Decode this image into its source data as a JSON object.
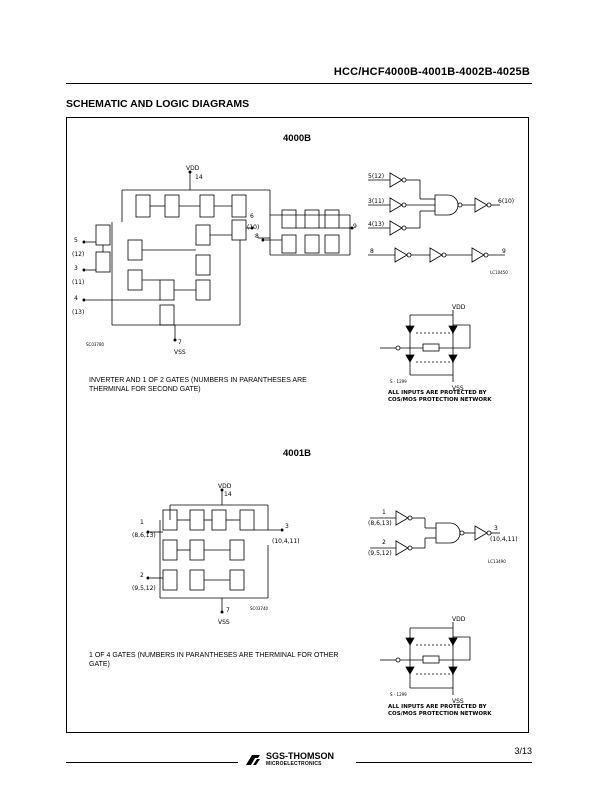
{
  "header": {
    "title": "HCC/HCF4000B-4001B-4002B-4025B"
  },
  "section": {
    "title": "SCHEMATIC AND LOGIC DIAGRAMS"
  },
  "fig4000": {
    "title": "4000B",
    "vdd": "VDD",
    "vdd_pin": "14",
    "vss": "VSS",
    "vss_pin": "7",
    "in_pins": [
      "5",
      "(12)",
      "3",
      "(11)",
      "4",
      "(13)"
    ],
    "out_pins": [
      "6",
      "(10)",
      "8",
      "9"
    ],
    "ref": "SC03780",
    "logic_pins": [
      "5(12)",
      "3(11)",
      "4(13)",
      "6(10)",
      "8",
      "9"
    ],
    "logic_ref": "LC10450",
    "caption": "INVERTER AND 1 OF 2 GATES (NUMBERS IN PARANTHESES ARE THERMINAL FOR SECOND GATE)"
  },
  "protect": {
    "vdd": "VDD",
    "vss": "VSS",
    "ref": "S - 1299",
    "note": "ALL INPUTS ARE PROTECTED BY COS/MOS PROTECTION NETWORK"
  },
  "fig4001": {
    "title": "4001B",
    "vdd": "VDD",
    "vdd_pin": "14",
    "vss": "VSS",
    "vss_pin": "7",
    "in1": "1",
    "in1_alt": "(8,6,13)",
    "in2": "2",
    "in2_alt": "(9,5,12)",
    "out": "3",
    "out_alt": "(10,4,11)",
    "ref": "SC03740",
    "logic_in1": "1",
    "logic_in1_alt": "(8,6,13)",
    "logic_in2": "2",
    "logic_in2_alt": "(9,5,12)",
    "logic_out": "3",
    "logic_out_alt": "(10,4,11)",
    "logic_ref": "LC13490",
    "caption": "1 OF 4 GATES (NUMBERS IN PARANTHESES ARE THERMINAL FOR OTHER GATE)"
  },
  "footer": {
    "page": "3/13",
    "brand": "SGS-THOMSON",
    "brand_sub": "MICROELECTRONICS"
  }
}
